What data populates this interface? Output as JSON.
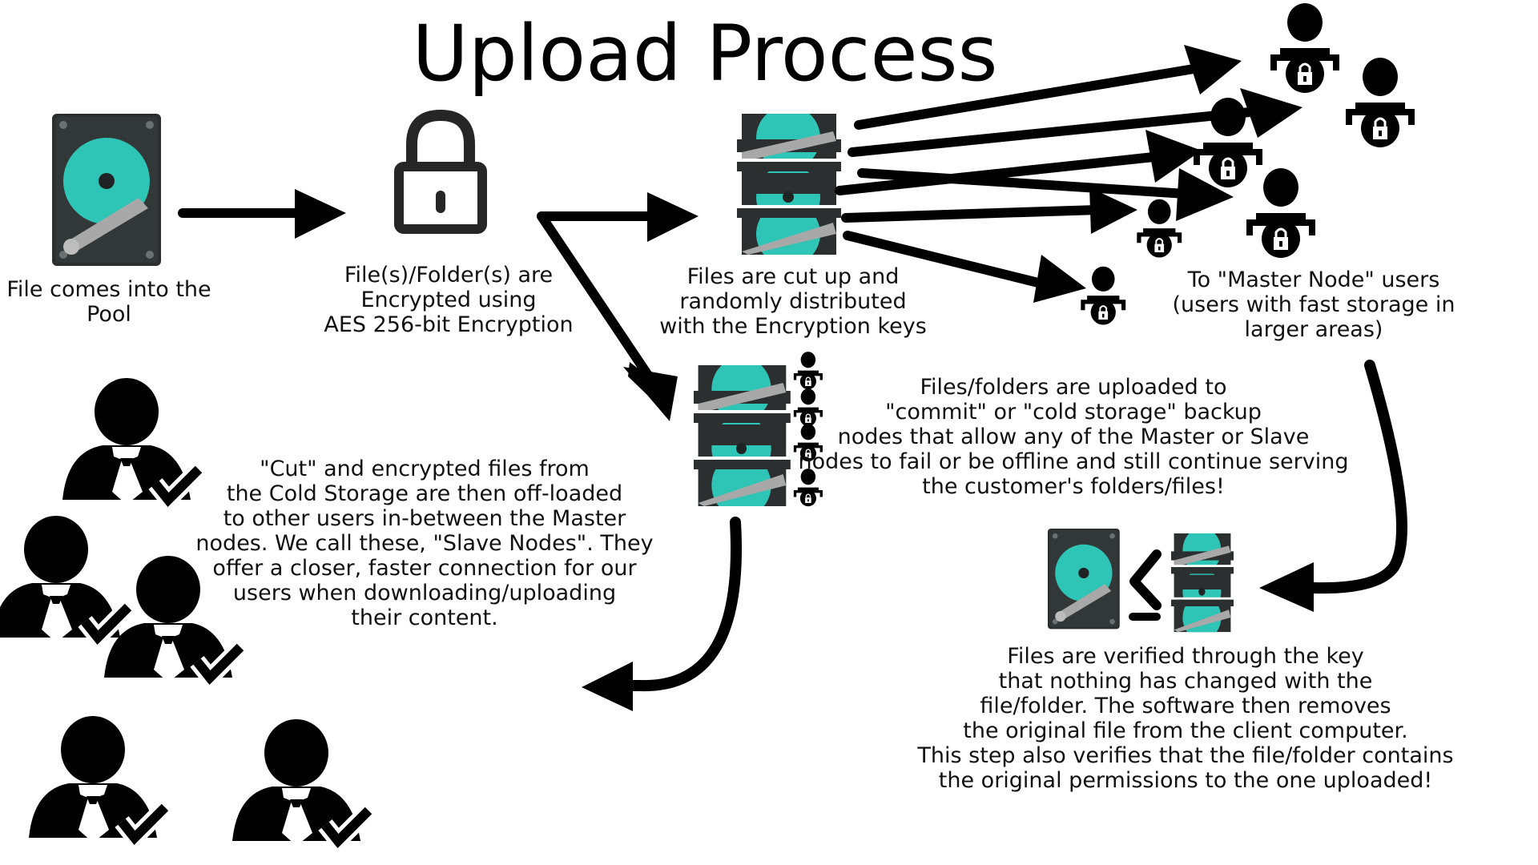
{
  "title": "Upload Process",
  "colors": {
    "teal": "#2ec4b6",
    "drive_body": "#2b2f2f",
    "drive_edge": "#555b5b",
    "arm": "#a8a8a8",
    "black": "#000000",
    "white": "#ffffff"
  },
  "icons": {
    "hard_drive": "hard-drive-icon",
    "lock": "lock-icon",
    "server": "server-stack-icon",
    "master_user": "user-lock-icon",
    "slave_user": "businessman-check-icon",
    "verify": "compare-icon",
    "arrow": "arrow-icon"
  },
  "steps": {
    "pool": [
      "File comes into the",
      "Pool"
    ],
    "encrypt": [
      "File(s)/Folder(s) are",
      "Encrypted using",
      "AES 256-bit Encryption"
    ],
    "distribute": [
      "Files are cut up and",
      "randomly distributed",
      "with the Encryption keys"
    ],
    "master": [
      "To \"Master Node\" users",
      "(users with fast storage in",
      "larger areas)"
    ],
    "cold": [
      "Files/folders are uploaded to",
      "\"commit\" or \"cold storage\" backup",
      "nodes that allow any of the Master or Slave",
      "nodes to fail or be offline and still continue serving",
      "the customer's folders/files!"
    ],
    "slave": [
      "\"Cut\" and encrypted files from",
      "the Cold Storage are then off-loaded",
      "to other users in-between the Master",
      "nodes. We call these, \"Slave Nodes\". They",
      "offer a closer, faster connection for our",
      "users when downloading/uploading",
      "their content."
    ],
    "verify": [
      "Files are verified through the key",
      "that nothing has changed with the",
      "file/folder. The software then removes",
      "the original file from the client computer.",
      "This step also verifies that the file/folder contains",
      "the original permissions to the one uploaded!"
    ]
  }
}
